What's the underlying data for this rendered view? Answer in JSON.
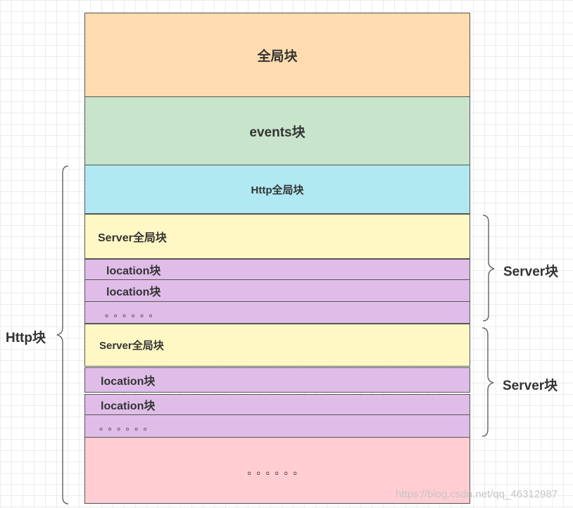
{
  "blocks": {
    "global": "全局块",
    "events": "events块",
    "http_global": "Http全局块",
    "server1_global": "Server全局块",
    "server1_location1": "location块",
    "server1_location2": "location块",
    "server1_more": "。。。。。。",
    "server2_global": "Server全局块",
    "server2_location1": "location块",
    "server2_location2": "location块",
    "server2_more": "。。。。。。",
    "more": "。。。。。。"
  },
  "braces": {
    "http": "Http块",
    "server1": "Server块",
    "server2": "Server块"
  },
  "watermark": "https://blog.csdn.net/qq_46312987",
  "colors": {
    "global": "#fedcb0",
    "events": "#c8e5cb",
    "http_global": "#b0e9f2",
    "server_global": "#fff8c5",
    "location": "#e0bde8",
    "more": "#ffcdd2"
  }
}
